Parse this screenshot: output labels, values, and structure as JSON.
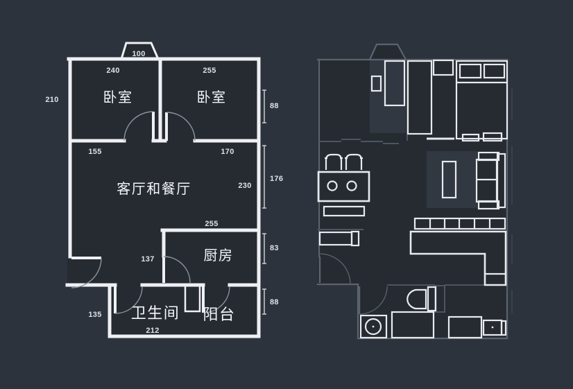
{
  "left_plan": {
    "rooms": {
      "bedroom1": "卧室",
      "bedroom2": "卧室",
      "living": "客厅和餐厅",
      "kitchen": "厨房",
      "bathroom": "卫生间",
      "balcony": "阳台"
    },
    "dimensions": {
      "entry_bump": "100",
      "bedroom1_top": "240",
      "bedroom2_top": "255",
      "left_height": "210",
      "bedroom1_bottom": "155",
      "bedroom2_bottom": "170",
      "living_right": "230",
      "kitchen_top": "255",
      "kitchen_door": "137",
      "entry_side": "135",
      "bathroom_bottom": "212",
      "window_bedroom2": "88",
      "window_living": "176",
      "window_kitchen": "83",
      "window_balcony": "88"
    }
  },
  "right_plan": {
    "furniture": [
      "closet",
      "nightstand",
      "wardrobe",
      "double-bed",
      "pillows",
      "dining-chairs",
      "dining-table",
      "bench",
      "tv-stand",
      "rug",
      "coffee-table",
      "sofa",
      "sideboard",
      "kitchen-counter",
      "toilet",
      "vanity",
      "washing-machine",
      "balcony-counter",
      "sink"
    ]
  },
  "colors": {
    "background": "#2d333c",
    "floor": "#262b32",
    "wall_white": "#eef0f3",
    "arc_gray": "#8d95a0",
    "dim_line": "#c9ced4",
    "wall_gray": "#5c636d",
    "inner_wall_gray": "#4e555f",
    "furniture_white": "#e8eaee",
    "shade": "#313842"
  }
}
